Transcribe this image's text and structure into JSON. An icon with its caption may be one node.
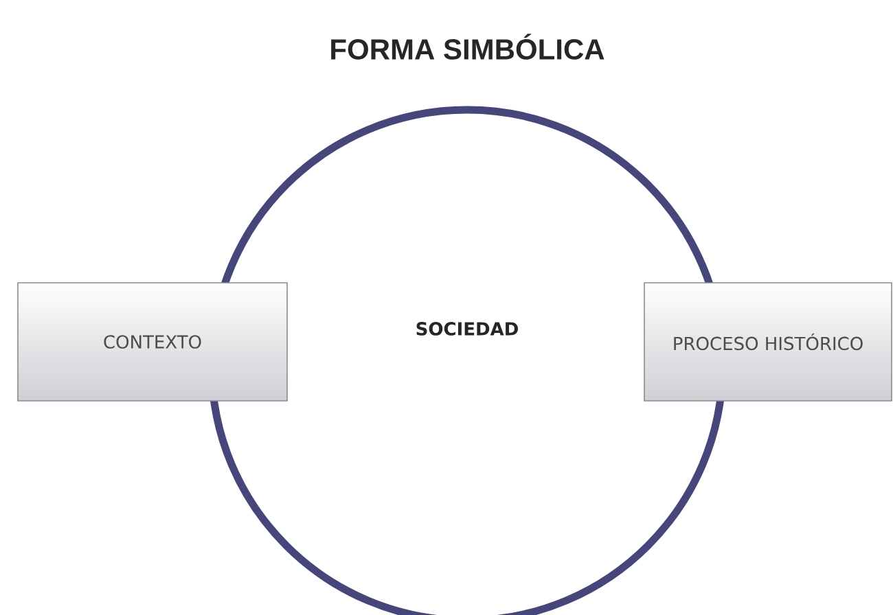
{
  "diagram": {
    "title": "FORMA SIMBÓLICA",
    "nodes": [
      {
        "text": [
          "SOCIEDAD"
        ]
      },
      {
        "text": [
          "CONTEXTO"
        ]
      },
      {
        "text": [
          "PROCESO HISTÓRICO"
        ]
      }
    ]
  }
}
